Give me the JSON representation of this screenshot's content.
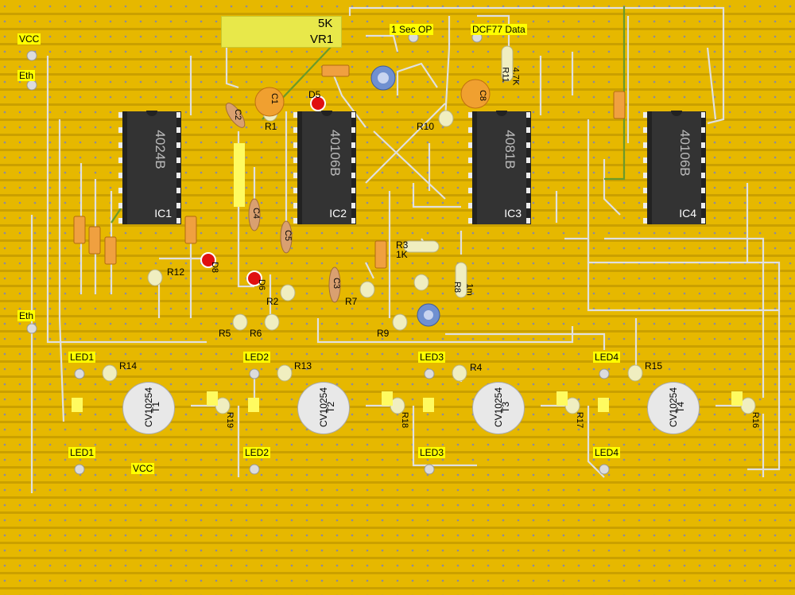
{
  "board": {
    "power_labels": [
      "VCC",
      "Eth",
      "Eth",
      "VCC"
    ],
    "signal_labels": [
      "1 Sec OP",
      "DCF77 Data"
    ],
    "led_labels_top": [
      "LED1",
      "LED2",
      "LED3",
      "LED4"
    ],
    "led_labels_bottom": [
      "LED1",
      "LED2",
      "LED3",
      "LED4"
    ],
    "vr1": {
      "value": "5K",
      "name": "VR1"
    },
    "ics": [
      {
        "name": "IC1",
        "part": "4024B"
      },
      {
        "name": "IC2",
        "part": "40106B"
      },
      {
        "name": "IC3",
        "part": "4081B"
      },
      {
        "name": "IC4",
        "part": "40106B"
      }
    ],
    "transistors": [
      {
        "name": "T1",
        "part": "CV10254"
      },
      {
        "name": "T2",
        "part": "CV10254"
      },
      {
        "name": "T3",
        "part": "CV10254"
      },
      {
        "name": "T4",
        "part": "CV10254"
      }
    ],
    "resistors": {
      "r1": "R1",
      "r2": "R2",
      "r3": "R3",
      "r3v": "1K",
      "r4": "R4",
      "r5": "R5",
      "r6": "R6",
      "r7": "R7",
      "r8": "R8",
      "r8v": "1m",
      "r9": "R9",
      "r10": "R10",
      "r11": "R11",
      "r11v": "4.7K",
      "r12": "R12",
      "r13": "R13",
      "r14": "R14",
      "r15": "R15",
      "r16": "R16",
      "r17": "R17",
      "r18": "R18",
      "r19": "R19"
    },
    "caps": {
      "c1": "C1",
      "c2": "C2",
      "c3": "C3",
      "c4": "C4",
      "c5": "C5",
      "c8": "C8"
    },
    "diodes": {
      "d5": "D5",
      "d6": "D6",
      "d8": "D8"
    }
  }
}
